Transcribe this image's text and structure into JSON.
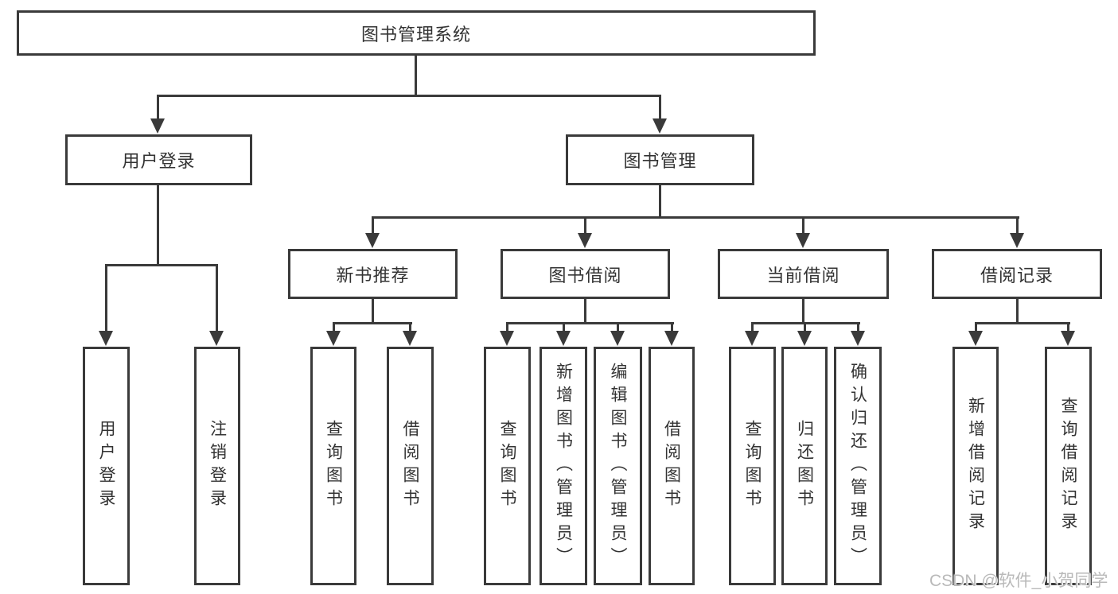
{
  "nodes": {
    "root": "图书管理系统",
    "user_login": "用户登录",
    "book_mgmt": "图书管理",
    "new_book_rec": "新书推荐",
    "book_borrow": "图书借阅",
    "current_borrow": "当前借阅",
    "borrow_records": "借阅记录"
  },
  "leaves": {
    "user_login": [
      "用户登录",
      "注销登录"
    ],
    "new_book_rec": [
      "查询图书",
      "借阅图书"
    ],
    "book_borrow": [
      "查询图书",
      "新增图书（管理员）",
      "编辑图书（管理员）",
      "借阅图书"
    ],
    "current_borrow": [
      "查询图书",
      "归还图书",
      "确认归还（管理员）"
    ],
    "borrow_records": [
      "新增借阅记录",
      "查询借阅记录"
    ]
  },
  "watermark": "CSDN @软件_小贺同学",
  "colors": {
    "line": "#3a3a3a",
    "text": "#333333",
    "background": "#ffffff",
    "watermark": "#b9b9b9"
  }
}
